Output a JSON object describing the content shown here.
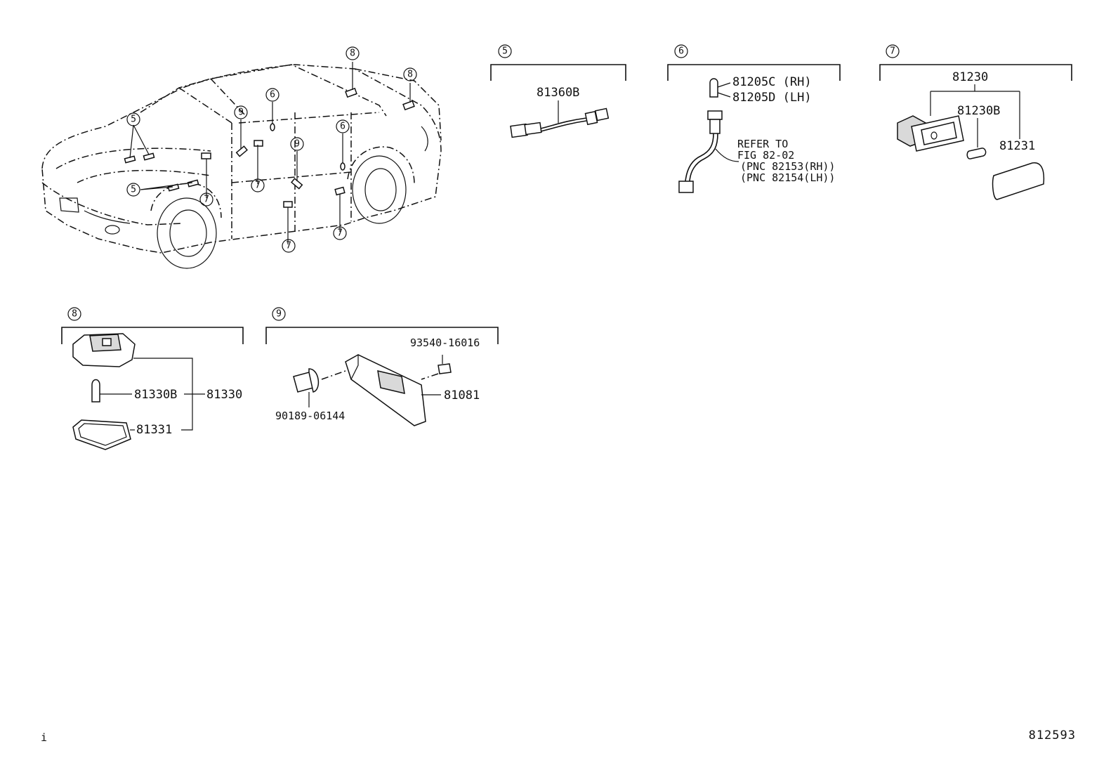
{
  "callouts": {
    "c5": "5",
    "c6": "6",
    "c7": "7",
    "c8": "8",
    "c9": "9"
  },
  "group5": {
    "part": "81360B"
  },
  "group6": {
    "bulb_rh": "81205C (RH)",
    "bulb_lh": "81205D (LH)",
    "refer_line1": "REFER TO",
    "refer_line2": "FIG 82-02",
    "refer_line3": "(PNC 82153(RH))",
    "refer_line4": "(PNC 82154(LH))"
  },
  "group7": {
    "assembly": "81230",
    "bulb": "81230B",
    "lens": "81231"
  },
  "group8": {
    "assembly": "81330",
    "bulb": "81330B",
    "lens": "81331"
  },
  "group9": {
    "screw": "93540-16016",
    "switch": "81081",
    "clip": "90189-06144"
  },
  "footer": {
    "page_code": "812593",
    "corner_mark": "i"
  }
}
